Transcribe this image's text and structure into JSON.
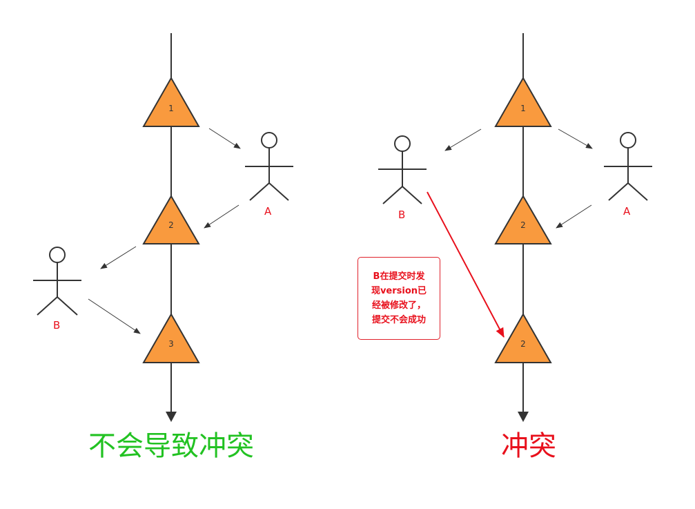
{
  "left_diagram": {
    "versions": [
      "1",
      "2",
      "3"
    ],
    "actors": {
      "a": "A",
      "b": "B"
    },
    "caption": "不会导致冲突",
    "caption_color": "#22c222"
  },
  "right_diagram": {
    "versions": [
      "1",
      "2",
      "2"
    ],
    "actors": {
      "a": "A",
      "b": "B"
    },
    "note": "B在提交时发\n现version已\n经被修改了，\n提交不会成功",
    "caption": "冲突",
    "caption_color": "#e8101c"
  },
  "colors": {
    "triangle_fill": "#f99a3e",
    "stroke": "#333333",
    "conflict_arrow": "#e8101c"
  }
}
